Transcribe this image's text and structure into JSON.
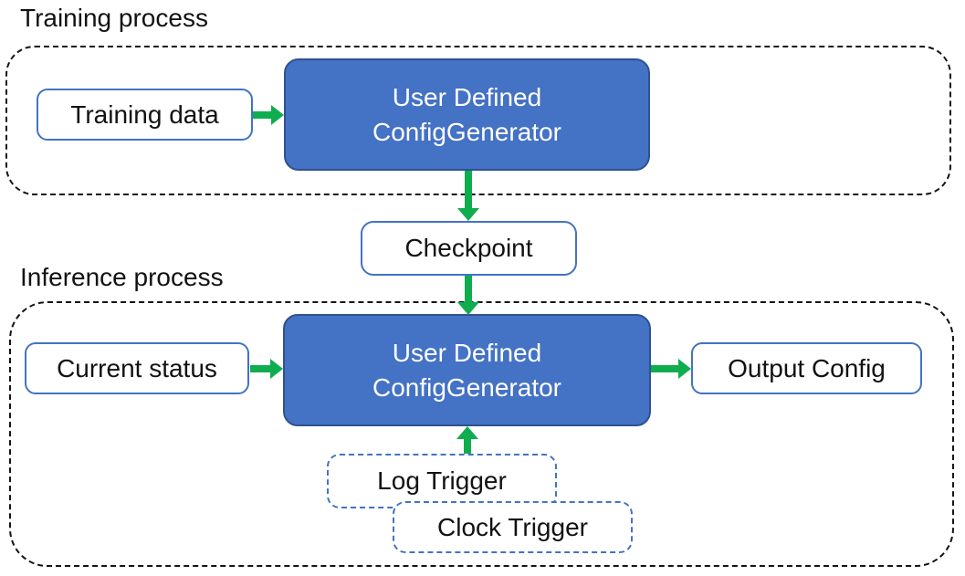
{
  "colors": {
    "box_blue_fill": "#4472C4",
    "box_blue_border": "#2F528F",
    "light_border": "#4472C4",
    "arrow_green": "#0FAD4E",
    "container_border": "#141414",
    "text_dark": "#121212",
    "text_light": "#FFFFFF"
  },
  "training": {
    "title": "Training process",
    "input_label": "Training data",
    "generator_line1": "User Defined",
    "generator_line2": "ConfigGenerator"
  },
  "checkpoint": {
    "label": "Checkpoint"
  },
  "inference": {
    "title": "Inference process",
    "input_label": "Current status",
    "generator_line1": "User Defined",
    "generator_line2": "ConfigGenerator",
    "output_label": "Output Config",
    "log_trigger_label": "Log Trigger",
    "clock_trigger_label": "Clock Trigger"
  }
}
